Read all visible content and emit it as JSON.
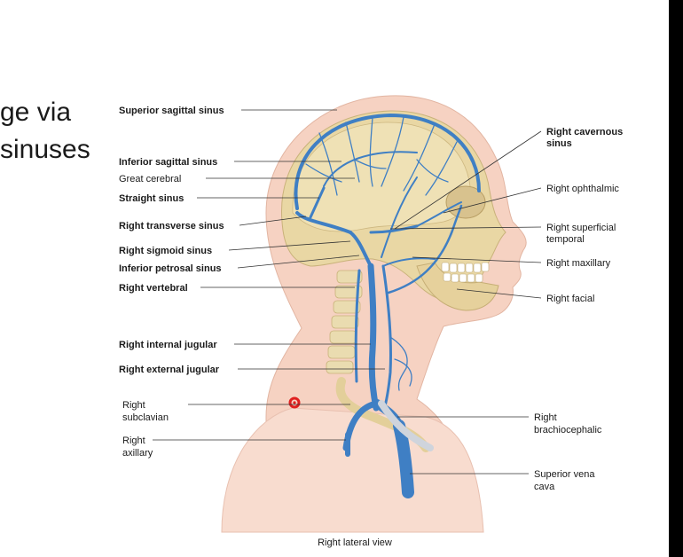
{
  "slide_text": {
    "line1": "ge via",
    "line2": "sinuses"
  },
  "labels": {
    "superior_sagittal_sinus": "Superior sagittal sinus",
    "inferior_sagittal_sinus": "Inferior sagittal sinus",
    "great_cerebral": "Great cerebral",
    "straight_sinus": "Straight sinus",
    "right_transverse_sinus": "Right transverse sinus",
    "right_sigmoid_sinus": "Right sigmoid sinus",
    "inferior_petrosal_sinus": "Inferior petrosal sinus",
    "right_vertebral": "Right vertebral",
    "right_internal_jugular": "Right internal jugular",
    "right_external_jugular": "Right external jugular",
    "right_subclavian_1": "Right",
    "right_subclavian_2": "subclavian",
    "right_axillary_1": "Right",
    "right_axillary_2": "axillary",
    "right_cavernous_sinus_1": "Right cavernous",
    "right_cavernous_sinus_2": "sinus",
    "right_ophthalmic": "Right ophthalmic",
    "right_superficial_temporal_1": "Right superficial",
    "right_superficial_temporal_2": "temporal",
    "right_maxillary": "Right maxillary",
    "right_facial": "Right facial",
    "right_brachiocephalic_1": "Right",
    "right_brachiocephalic_2": "brachiocephalic",
    "superior_vena_cava_1": "Superior vena",
    "superior_vena_cava_2": "cava"
  },
  "caption": "Right lateral view",
  "colors": {
    "skin": "#f6d2c2",
    "skull": "#e9d7a4",
    "vein": "#3f7fc4",
    "pointer": "#e02020"
  }
}
